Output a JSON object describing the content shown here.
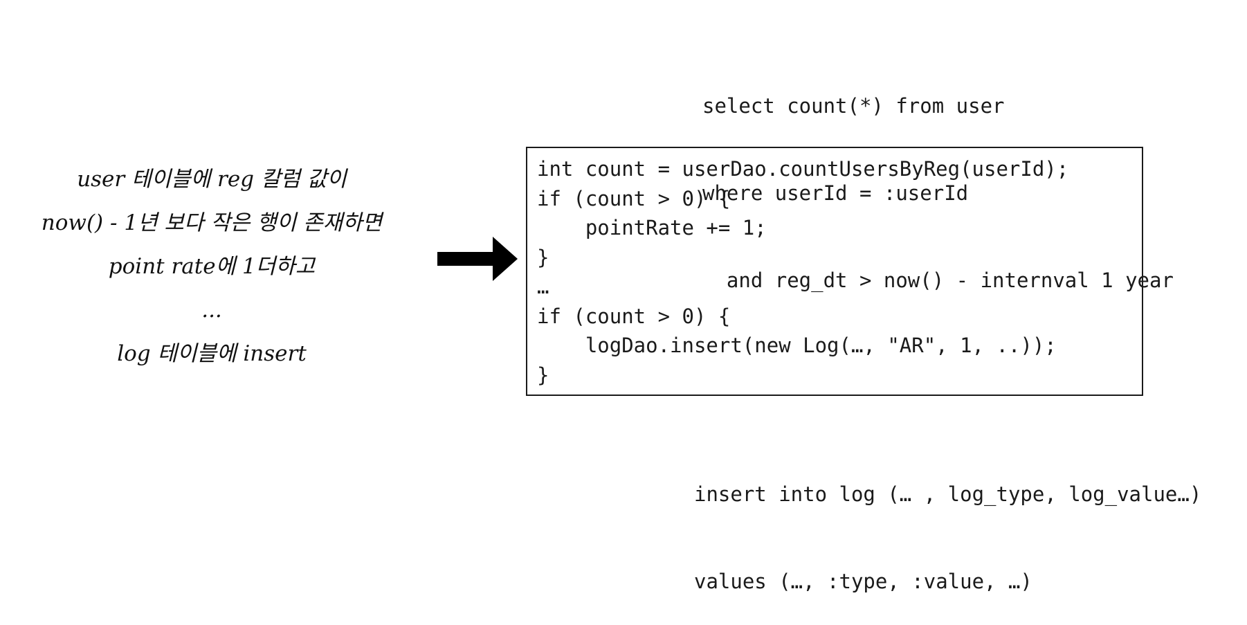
{
  "handwritten_note": {
    "lines": [
      "user 테이블에 reg 칼럼 값이",
      "now() - 1년 보다 작은 행이 존재하면",
      "point rate에 1더하고",
      "...",
      "log 테이블에 insert"
    ]
  },
  "sql_select": {
    "lines": [
      "select count(*) from user",
      "where userId = :userId",
      "  and reg_dt > now() - internval 1 year"
    ]
  },
  "code": {
    "lines": [
      "int count = userDao.countUsersByReg(userId);",
      "if (count > 0) {",
      "    pointRate += 1;",
      "}",
      "…",
      "if (count > 0) {",
      "    logDao.insert(new Log(…, \"AR\", 1, ..));",
      "}"
    ]
  },
  "sql_insert": {
    "lines": [
      "insert into log (… , log_type, log_value…)",
      "values (…, :type, :value, …)"
    ]
  },
  "colors": {
    "text": "#1a1a1a",
    "arrow": "#000000",
    "border": "#1a1a1a"
  },
  "icons": {
    "arrow": "right-arrow-icon"
  }
}
